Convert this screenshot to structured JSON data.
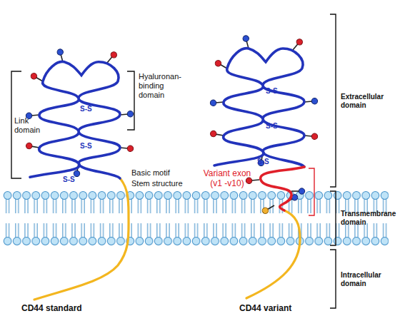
{
  "diagram": {
    "labels": [
      "Link domain",
      "Hyaluronan- binding domain",
      "S-S",
      "S-S",
      "S-S",
      "Basic motif",
      "Stem structure",
      "S-S",
      "S-S",
      "S-S",
      "Variant exon (v1 -v10)",
      "Extracellular domain",
      "Transmembrane domain",
      "Intracellular domain",
      "CD44 standard",
      "CD44 variant"
    ]
  }
}
